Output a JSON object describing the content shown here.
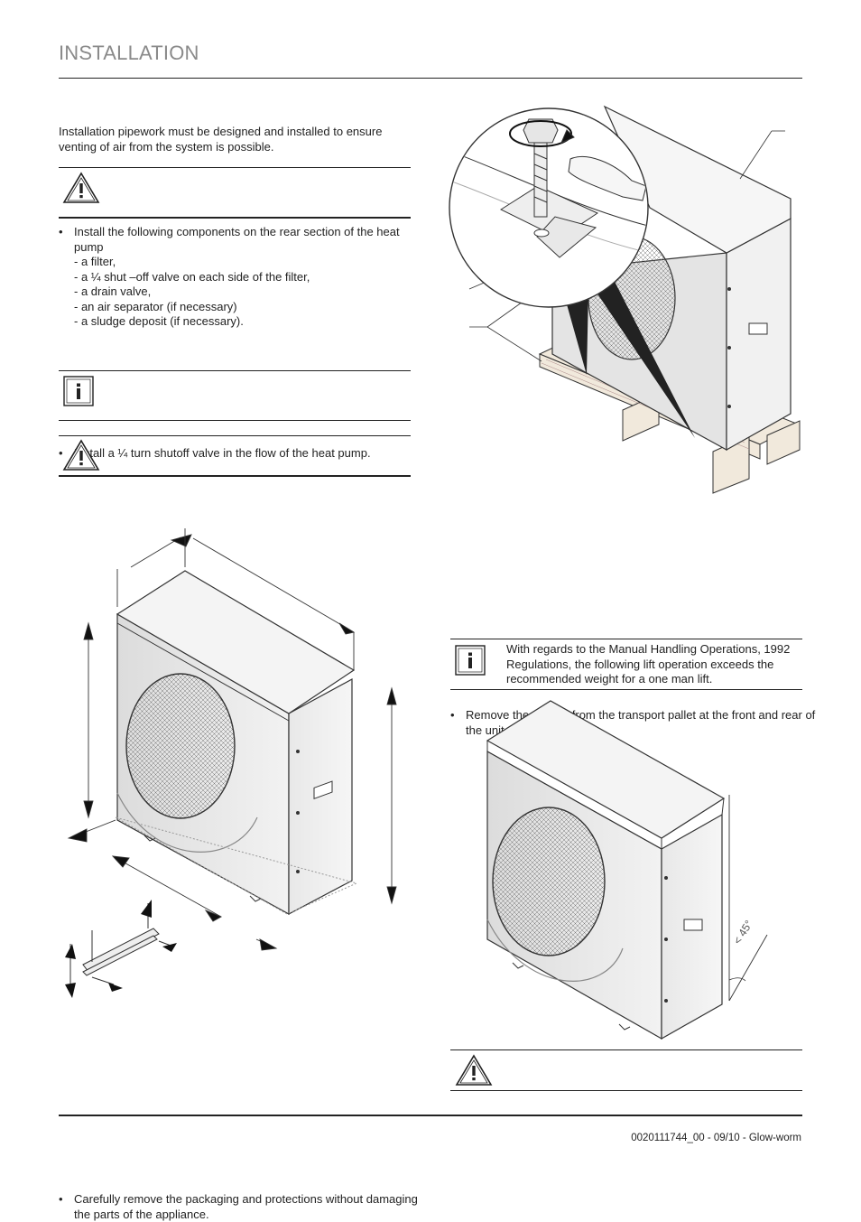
{
  "header": {
    "title": "INSTALLATION"
  },
  "left": {
    "intro": "Installation pipework must be designed and installed to ensure venting of air from the system is possible.",
    "bullet1": {
      "text": "Install the following components on the rear section of the heat pump",
      "subitems": [
        "- a filter,",
        "- a ¼ shut –off valve on each side of the filter,",
        "- a drain valve,",
        "- an air separator (if necessary)",
        "- a sludge deposit (if necessary)."
      ]
    },
    "bullet2": "Install a ¼ turn shutoff valve in the flow of the heat pump.",
    "bullet3": "Carefully remove the packaging and protections without damaging the parts of the appliance."
  },
  "right": {
    "bullet_screws": "Remove the screws from the transport pallet at the front and rear of the unit.",
    "info_note": "With regards to the Manual Handling Operations, 1992 Regulations, the following lift operation exceeds the recommended weight for a one man lift.",
    "tilt_label": "< 45°"
  },
  "icons": {
    "warning": "warning-triangle-icon",
    "info": "info-icon"
  },
  "footer": {
    "doc_ref": "0020111744_00 - 09/10 - Glow-worm"
  }
}
